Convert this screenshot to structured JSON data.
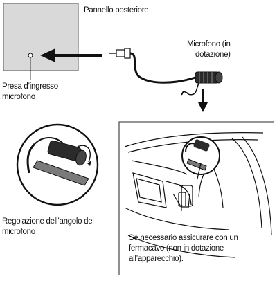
{
  "labels": {
    "rear_panel": "Pannello posteriore",
    "mic_input_line1": "Presa d’ingresso",
    "mic_input_line2": "microfono",
    "microphone_line1": "Microfono (in",
    "microphone_line2": "dotazione)",
    "angle_line1": "Regolazione dell’angolo del",
    "angle_line2": "microfono",
    "cable_tie_line1": "Se necessario assicurare con un",
    "cable_tie_line2": "fermacavo (non in dotazione",
    "cable_tie_line3": "all’apparecchio)."
  },
  "colors": {
    "panel_fill": "#d9d9d9",
    "line": "#111111"
  }
}
